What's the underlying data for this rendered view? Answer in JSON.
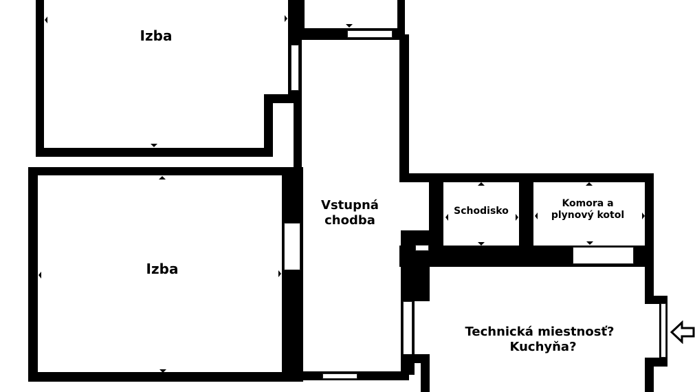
{
  "floor_plan": {
    "rooms": [
      {
        "id": "izba-top",
        "label": "Izba"
      },
      {
        "id": "izba-bottom",
        "label": "Izba"
      },
      {
        "id": "vstupna-chodba",
        "label_line1": "Vstupná",
        "label_line2": "chodba"
      },
      {
        "id": "schodisko",
        "label": "Schodisko"
      },
      {
        "id": "komora",
        "label_line1": "Komora a",
        "label_line2": "plynový kotol"
      },
      {
        "id": "technicka",
        "label_line1": "Technická miestnosť?",
        "label_line2": "Kuchyňa?"
      }
    ],
    "entrance_marker": {
      "icon": "arrow-left-outline-icon",
      "symbol": "⇦"
    },
    "colors": {
      "wall": "#000000",
      "background": "#ffffff"
    }
  }
}
